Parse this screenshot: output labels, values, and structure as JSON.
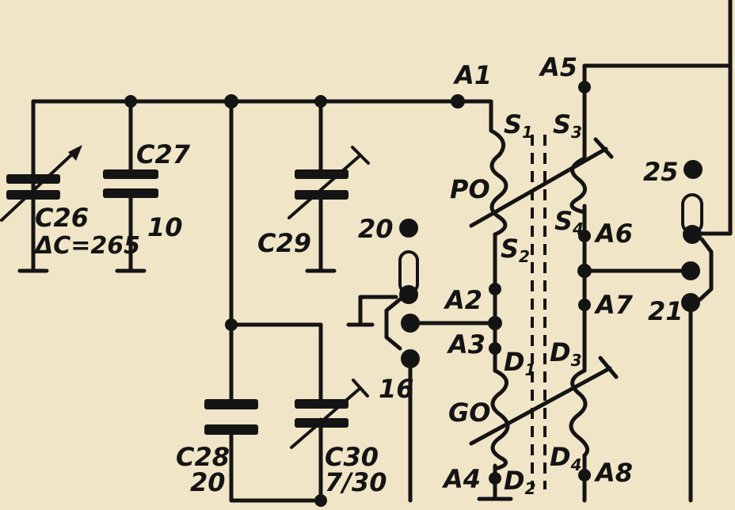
{
  "labels": {
    "c26": "C26",
    "c26_delta": "ΔC=265",
    "c27": "C27",
    "c27_val": "10",
    "c29": "C29",
    "c28": "C28",
    "c28_val": "20",
    "c30": "C30",
    "c30_val": "7/30",
    "po": "PO",
    "go": "GO",
    "s1": "S",
    "s1_sub": "1",
    "s2": "S",
    "s2_sub": "2",
    "s3": "S",
    "s3_sub": "3",
    "s4": "S",
    "s4_sub": "4",
    "d1": "D",
    "d1_sub": "1",
    "d2": "D",
    "d2_sub": "2",
    "d3": "D",
    "d3_sub": "3",
    "d4": "D",
    "d4_sub": "4",
    "a1": "A1",
    "a2": "A2",
    "a3": "A3",
    "a4": "A4",
    "a5": "A5",
    "a6": "A6",
    "a7": "A7",
    "a8": "A8",
    "t16": "16",
    "t20": "20",
    "t21": "21",
    "t25": "25"
  },
  "colors": {
    "ink": "#141414",
    "paper": "#f1e5c8"
  }
}
